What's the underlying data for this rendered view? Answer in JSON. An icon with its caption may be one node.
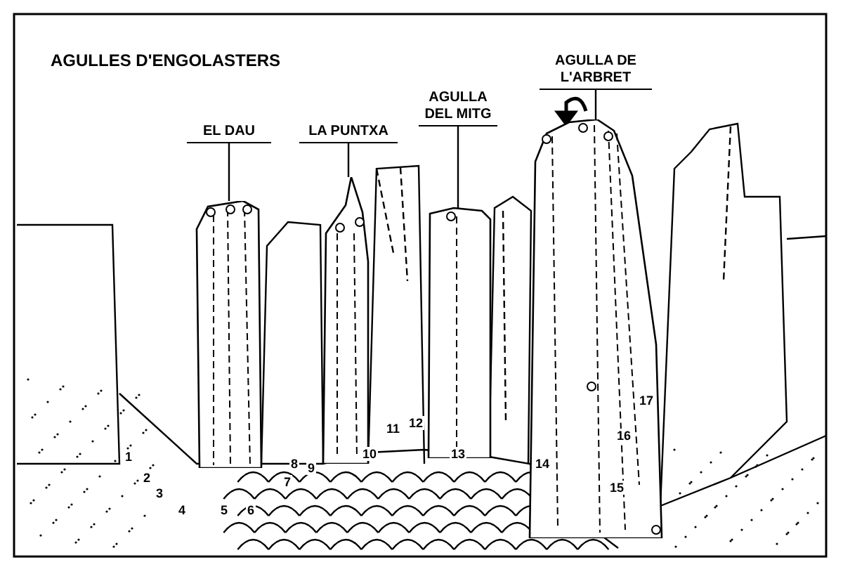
{
  "diagram": {
    "title": "AGULLES D'ENGOLASTERS",
    "nodes": [
      {
        "text": [
          "EL DAU"
        ]
      },
      {
        "text": [
          "LA PUNTXA"
        ]
      },
      {
        "text": [
          "AGULLA DEL MITG"
        ]
      },
      {
        "text": [
          "AGULLA DE L'ARBRET"
        ]
      },
      {
        "text": [],
        "shape": "picture"
      },
      {
        "text": [],
        "shape": "picture"
      },
      {
        "text": [],
        "shape": "picture"
      },
      {
        "text": [],
        "shape": "picture"
      }
    ],
    "edges": [
      {
        "from": 0,
        "to": 4,
        "arrow": "none"
      },
      {
        "from": 1,
        "to": 5,
        "arrow": "none"
      },
      {
        "from": 2,
        "to": 6,
        "arrow": "none"
      },
      {
        "from": 3,
        "to": 7,
        "arrow": "none"
      }
    ],
    "labels": [
      "1",
      "2",
      "3",
      "4",
      "5",
      "6",
      "7",
      "8",
      "9",
      "10",
      "11",
      "12",
      "13",
      "14",
      "15",
      "16",
      "17"
    ]
  }
}
